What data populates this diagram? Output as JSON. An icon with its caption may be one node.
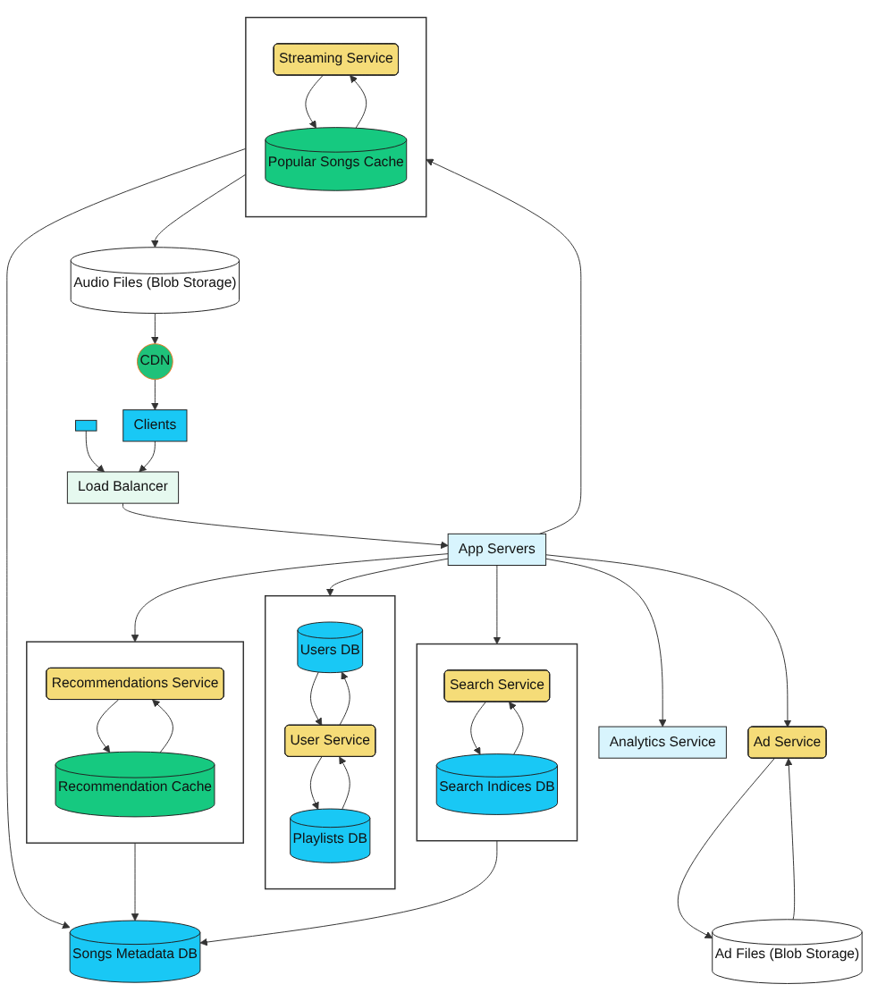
{
  "diagram": {
    "nodes": [
      {
        "text": [],
        "shape": "box"
      },
      {
        "text": [
          "Users DB"
        ],
        "in": 0
      },
      {
        "text": [
          "Playlists DB"
        ],
        "in": 0
      },
      {
        "text": [
          "User Service"
        ],
        "in": 0
      },
      {
        "text": [
          "Ad Service"
        ]
      },
      {
        "text": [
          "Ad Files (Blob Storage)"
        ]
      },
      {
        "text": [],
        "shape": "phone"
      },
      {
        "text": [
          "Clients"
        ]
      },
      {
        "text": [
          "Load Balancer"
        ]
      },
      {
        "text": [
          "App Servers"
        ]
      },
      {
        "text": [
          "Analytics Service"
        ]
      },
      {
        "text": [],
        "shape": "box"
      },
      {
        "text": [
          "Streaming Service"
        ],
        "in": 11
      },
      {
        "text": [
          "Popular Songs Cache"
        ],
        "in": 11
      },
      {
        "text": [],
        "shape": "box"
      },
      {
        "text": [
          "Recommendations Service"
        ],
        "in": 14
      },
      {
        "text": [
          "Recommendation Cache"
        ],
        "in": 14
      },
      {
        "text": [],
        "shape": "box"
      },
      {
        "text": [
          "Search Service"
        ],
        "in": 17
      },
      {
        "text": [
          "Search Indices DB"
        ],
        "in": 17
      },
      {
        "text": [
          "Songs Metadata DB"
        ]
      },
      {
        "text": [
          "CDN"
        ]
      },
      {
        "text": [
          "Audio Files (Blob Storage)"
        ]
      }
    ],
    "edges": [
      {
        "from": 3,
        "to": 1,
        "arrow": "to"
      },
      {
        "from": 1,
        "to": 3,
        "arrow": "to"
      },
      {
        "from": 3,
        "to": 2,
        "arrow": "to"
      },
      {
        "from": 2,
        "to": 3,
        "arrow": "to"
      },
      {
        "from": 9,
        "to": 0,
        "arrow": "to"
      },
      {
        "from": 9,
        "to": 4,
        "arrow": "to"
      },
      {
        "from": 4,
        "to": 5,
        "arrow": "to"
      },
      {
        "from": 5,
        "to": 4,
        "arrow": "to"
      },
      {
        "from": 6,
        "to": 8,
        "arrow": "to"
      },
      {
        "from": 7,
        "to": 8,
        "arrow": "to"
      },
      {
        "from": 8,
        "to": 9,
        "arrow": "to"
      },
      {
        "from": 9,
        "to": 10,
        "arrow": "to"
      },
      {
        "from": 9,
        "to": 11,
        "arrow": "to"
      },
      {
        "from": 9,
        "to": 14,
        "arrow": "to"
      },
      {
        "from": 9,
        "to": 17,
        "arrow": "to"
      },
      {
        "from": 12,
        "to": 13,
        "arrow": "to"
      },
      {
        "from": 13,
        "to": 12,
        "arrow": "to"
      },
      {
        "from": 15,
        "to": 16,
        "arrow": "to"
      },
      {
        "from": 16,
        "to": 15,
        "arrow": "to"
      },
      {
        "from": 18,
        "to": 19,
        "arrow": "to"
      },
      {
        "from": 19,
        "to": 18,
        "arrow": "to"
      },
      {
        "from": 11,
        "to": 20,
        "arrow": "to"
      },
      {
        "from": 14,
        "to": 20,
        "arrow": "to"
      },
      {
        "from": 17,
        "to": 20,
        "arrow": "to"
      },
      {
        "from": 11,
        "to": 22,
        "arrow": "to"
      },
      {
        "from": 22,
        "to": 21,
        "arrow": "to"
      },
      {
        "from": 21,
        "to": 7,
        "arrow": "to"
      }
    ]
  }
}
